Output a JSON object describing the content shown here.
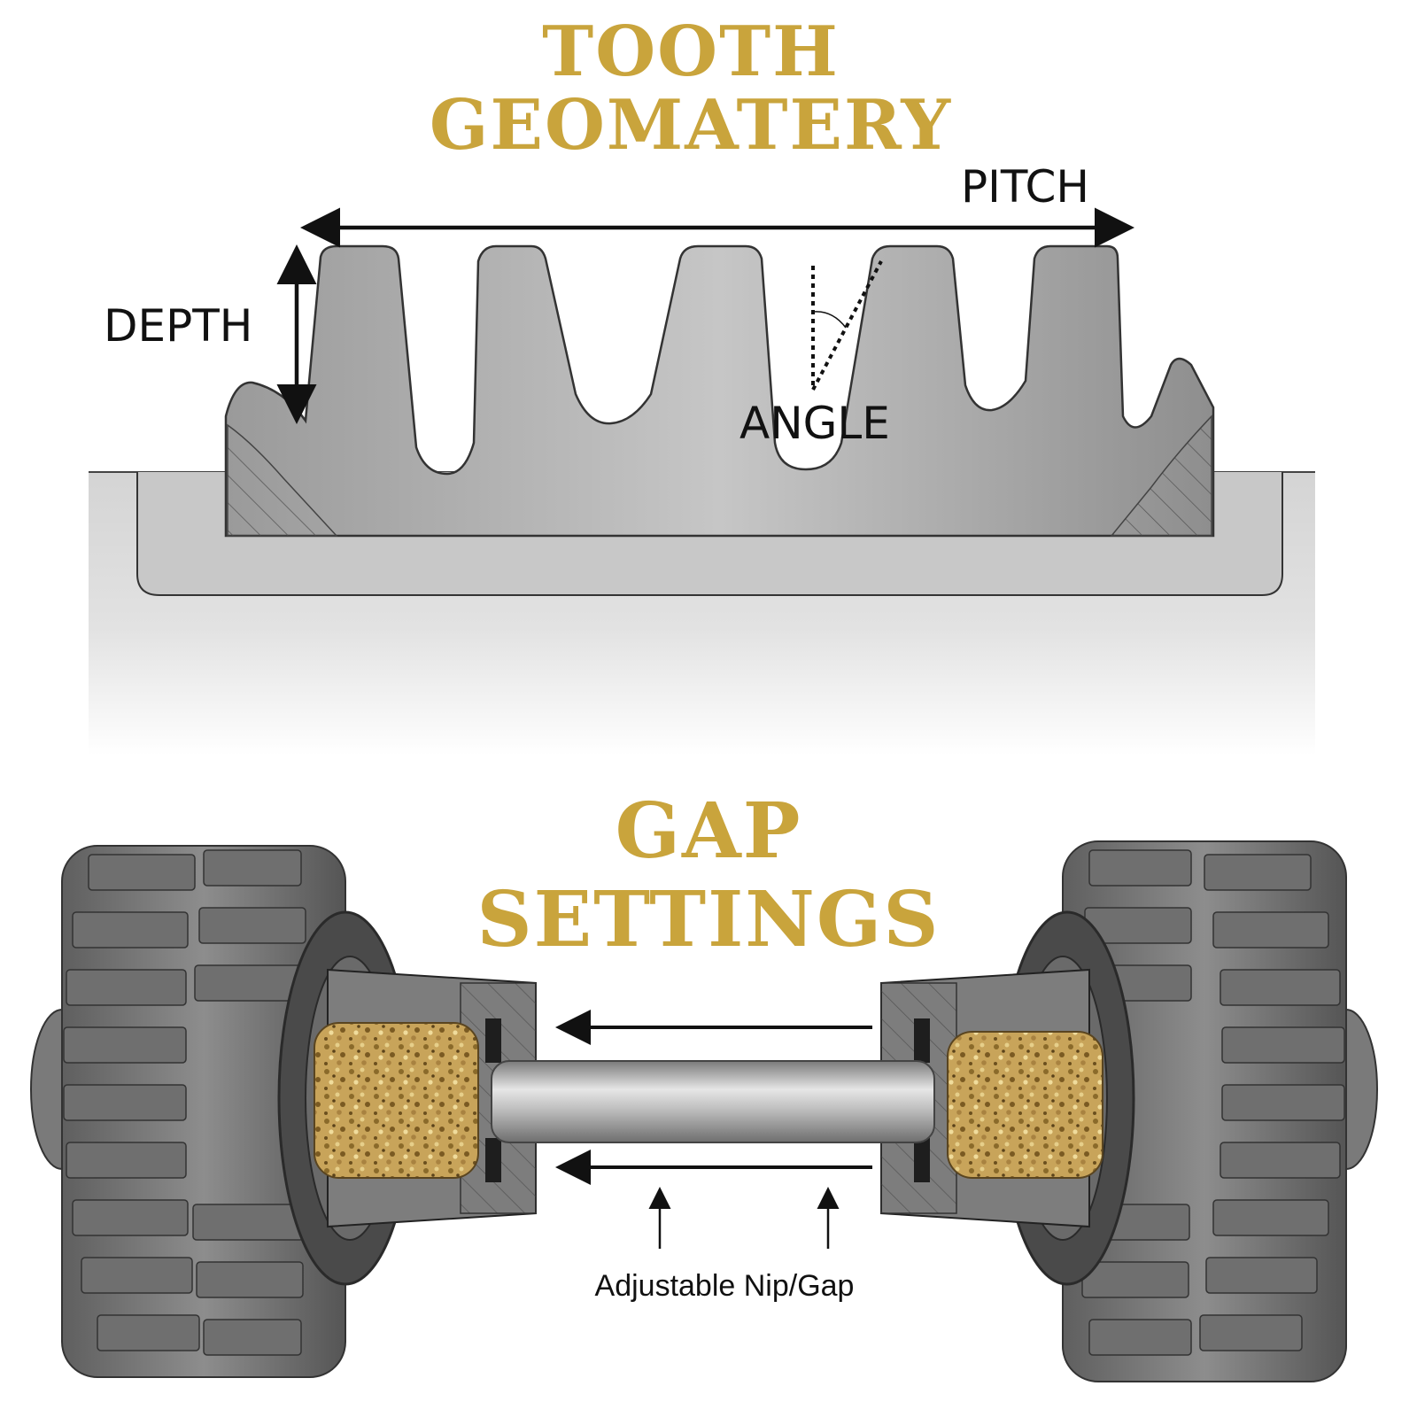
{
  "tooth_geometry": {
    "title_line1": "TOOTH",
    "title_line2": "GEOMATERY",
    "labels": {
      "pitch": "PITCH",
      "depth": "DEPTH",
      "angle": "ANGLE"
    }
  },
  "gap_settings": {
    "title_line1": "GAP",
    "title_line2": "SETTINGS",
    "labels": {
      "nip": "Adjustable Nip/Gap"
    }
  },
  "colors": {
    "title_gold": "#c9a43c",
    "metal_gray": "#8a8a8a",
    "abrasive_tan": "#c8a45a"
  }
}
